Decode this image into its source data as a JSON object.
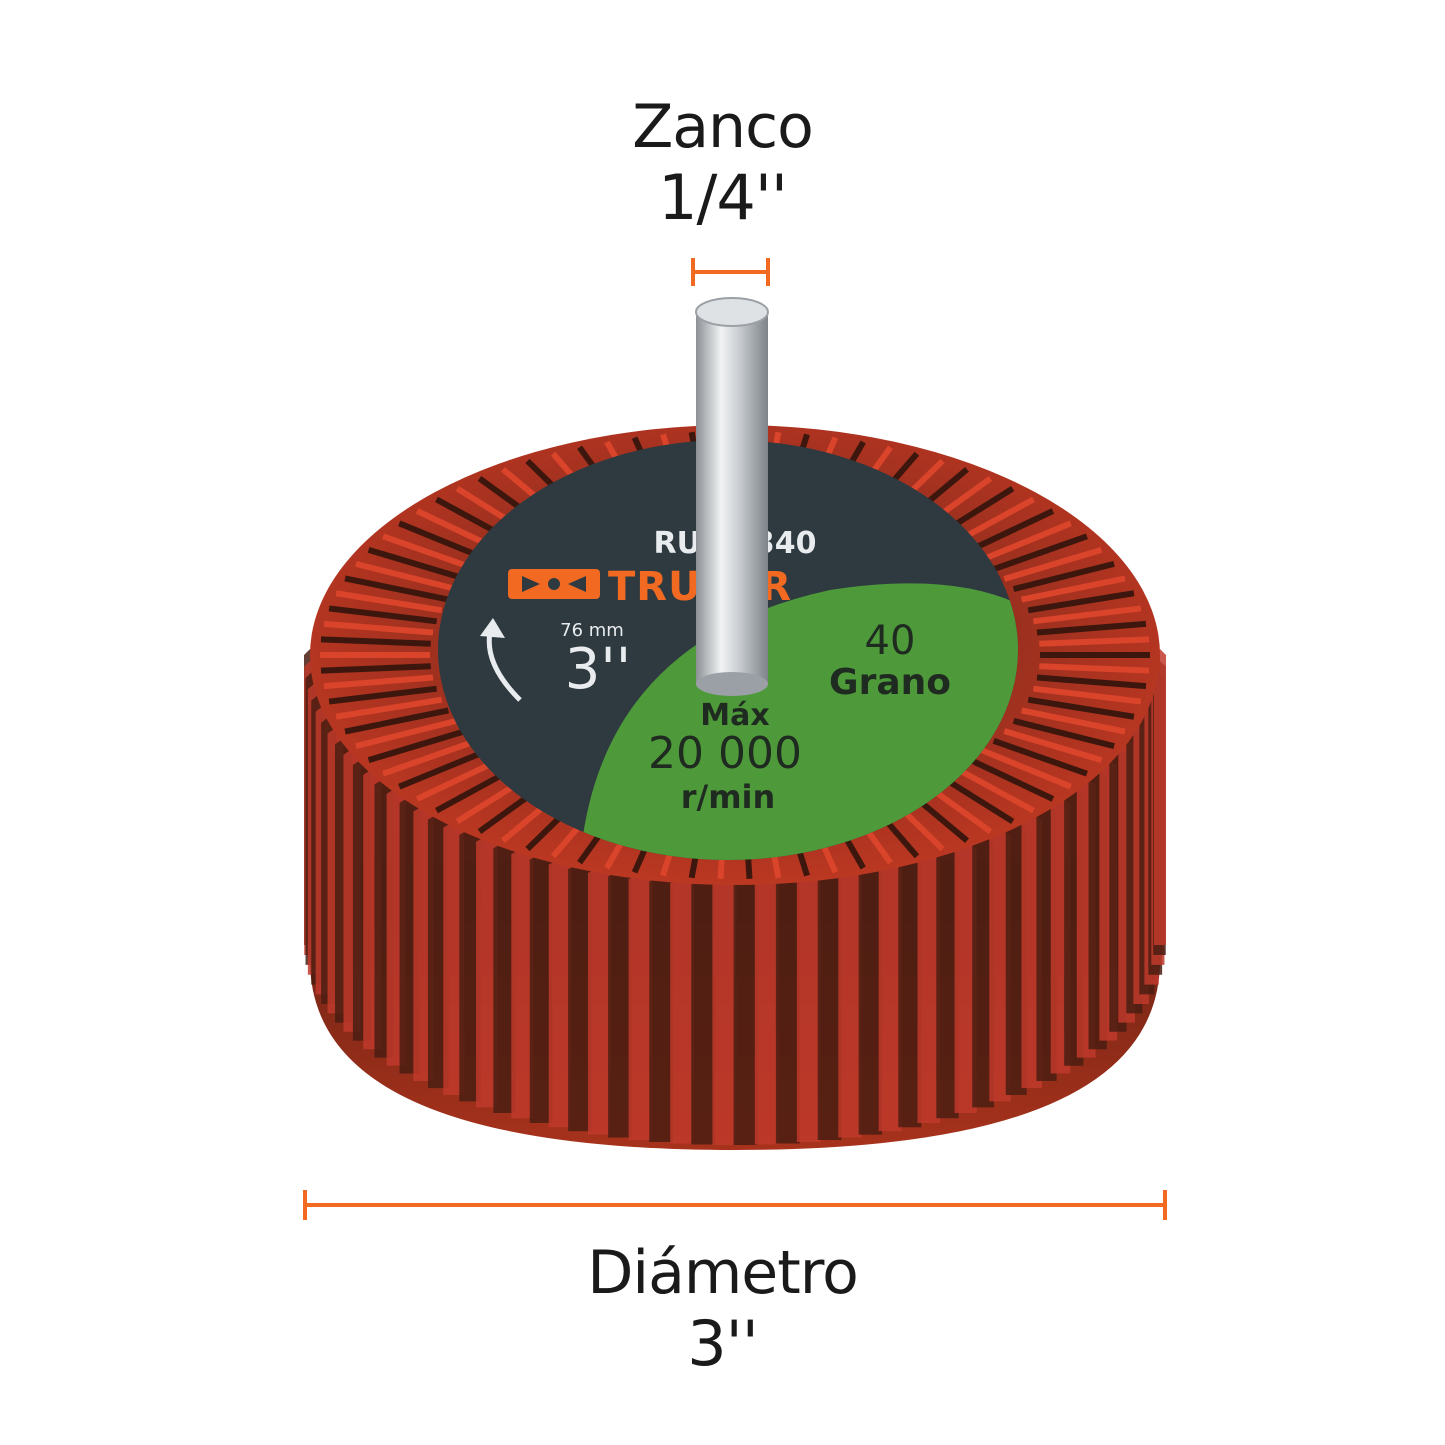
{
  "colors": {
    "accent": "#f26a21",
    "disc_dark": "#2f3a40",
    "disc_green": "#4e9a3a",
    "flap_red": "#b3321e",
    "flap_dark": "#5a2a1a",
    "shank_steel": "#c9cdd1"
  },
  "dimensions": {
    "shank": {
      "title": "Zanco",
      "size": "1/4''"
    },
    "diameter": {
      "title": "Diámetro",
      "size": "3''"
    }
  },
  "disc_label": {
    "model": "RUF-3340",
    "brand": "TRUPER",
    "size_metric": "76 mm",
    "size_imperial": "3''",
    "grit_value": "40",
    "grit_label": "Grano",
    "max_label": "Máx",
    "max_speed": "20 000",
    "speed_unit": "r/min"
  },
  "icons": {
    "rotation_arrow": "curved-arrow-icon",
    "brand_logo": "truper-logo-icon"
  }
}
